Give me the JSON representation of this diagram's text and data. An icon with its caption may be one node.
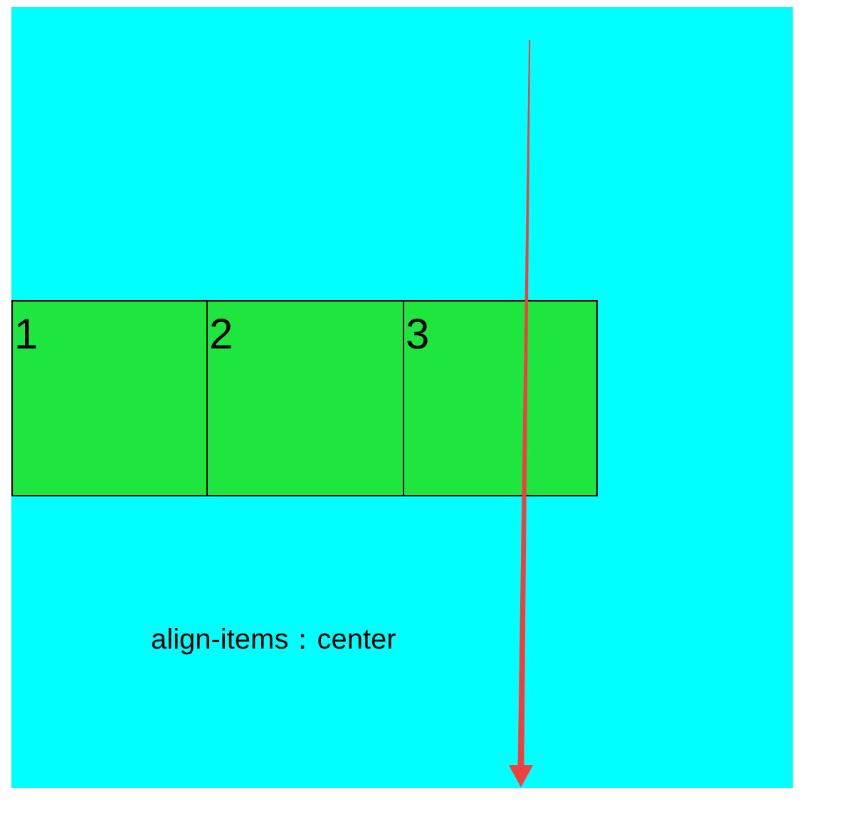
{
  "diagram": {
    "nodes": [
      {
        "text": [
          "align-items：center"
        ]
      },
      {
        "text": [
          "1"
        ],
        "in": 0
      },
      {
        "text": [
          "2"
        ],
        "in": 0
      },
      {
        "text": [
          "3"
        ],
        "in": 0
      }
    ]
  }
}
